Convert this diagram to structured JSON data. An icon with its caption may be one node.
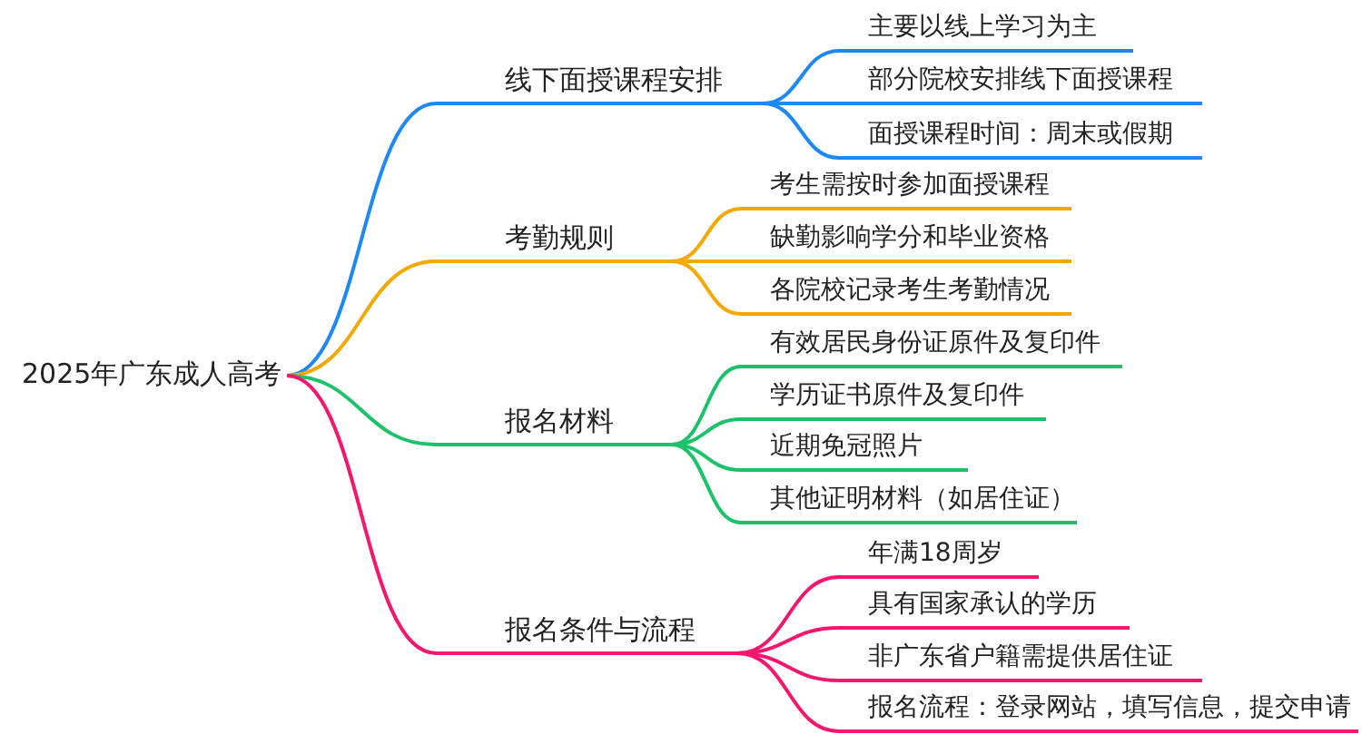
{
  "diagram": {
    "nodes": [
      {
        "text": [
          "2025年广东成人高考"
        ]
      },
      {
        "text": [
          "线下面授课程安排"
        ]
      },
      {
        "text": [
          "主要以线上学习为主"
        ]
      },
      {
        "text": [
          "部分院校安排线下面授课程"
        ]
      },
      {
        "text": [
          "面授课程时间：周末或假期"
        ]
      },
      {
        "text": [
          "考勤规则"
        ]
      },
      {
        "text": [
          "考生需按时参加面授课程"
        ]
      },
      {
        "text": [
          "缺勤影响学分和毕业资格"
        ]
      },
      {
        "text": [
          "各院校记录考生考勤情况"
        ]
      },
      {
        "text": [
          "报名材料"
        ]
      },
      {
        "text": [
          "有效居民身份证原件及复印件"
        ]
      },
      {
        "text": [
          "学历证书原件及复印件"
        ]
      },
      {
        "text": [
          "近期免冠照片"
        ]
      },
      {
        "text": [
          "其他证明材料（如居住证）"
        ]
      },
      {
        "text": [
          "报名条件与流程"
        ]
      },
      {
        "text": [
          "年满18周岁"
        ]
      },
      {
        "text": [
          "具有国家承认的学历"
        ]
      },
      {
        "text": [
          "非广东省户籍需提供居住证"
        ]
      },
      {
        "text": [
          "报名流程：登录网站，填写信息，提交申请"
        ]
      }
    ],
    "edges": [
      {
        "from": 0,
        "to": 1,
        "arrow": "none",
        "color": "#1e88f5"
      },
      {
        "from": 1,
        "to": 2,
        "arrow": "none",
        "color": "#1e88f5"
      },
      {
        "from": 1,
        "to": 3,
        "arrow": "none",
        "color": "#1e88f5"
      },
      {
        "from": 1,
        "to": 4,
        "arrow": "none",
        "color": "#1e88f5"
      },
      {
        "from": 0,
        "to": 5,
        "arrow": "none",
        "color": "#f5a800"
      },
      {
        "from": 5,
        "to": 6,
        "arrow": "none",
        "color": "#f5a800"
      },
      {
        "from": 5,
        "to": 7,
        "arrow": "none",
        "color": "#f5a800"
      },
      {
        "from": 5,
        "to": 8,
        "arrow": "none",
        "color": "#f5a800"
      },
      {
        "from": 0,
        "to": 9,
        "arrow": "none",
        "color": "#1cc26a"
      },
      {
        "from": 9,
        "to": 10,
        "arrow": "none",
        "color": "#1cc26a"
      },
      {
        "from": 9,
        "to": 11,
        "arrow": "none",
        "color": "#1cc26a"
      },
      {
        "from": 9,
        "to": 12,
        "arrow": "none",
        "color": "#1cc26a"
      },
      {
        "from": 9,
        "to": 13,
        "arrow": "none",
        "color": "#1cc26a"
      },
      {
        "from": 0,
        "to": 14,
        "arrow": "none",
        "color": "#f5166e"
      },
      {
        "from": 14,
        "to": 15,
        "arrow": "none",
        "color": "#f5166e"
      },
      {
        "from": 14,
        "to": 16,
        "arrow": "none",
        "color": "#f5166e"
      },
      {
        "from": 14,
        "to": 17,
        "arrow": "none",
        "color": "#f5166e"
      },
      {
        "from": 14,
        "to": 18,
        "arrow": "none",
        "color": "#f5166e"
      }
    ]
  }
}
